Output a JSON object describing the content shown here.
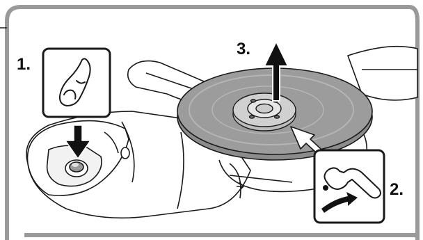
{
  "steps": [
    {
      "label": "1.",
      "icon": "finger-press-icon"
    },
    {
      "label": "2.",
      "icon": "spanner-turn-icon"
    },
    {
      "label": "3.",
      "icon": "lift-arrow-icon"
    }
  ],
  "colors": {
    "frame": "#9a9a9a",
    "line": "#1a1a1a",
    "disc": "#8c8c8c",
    "disc_light": "#b5b5b5",
    "flange": "#d0d0d0",
    "arrow_fill": "#ffffff",
    "arrow_black": "#111111"
  }
}
